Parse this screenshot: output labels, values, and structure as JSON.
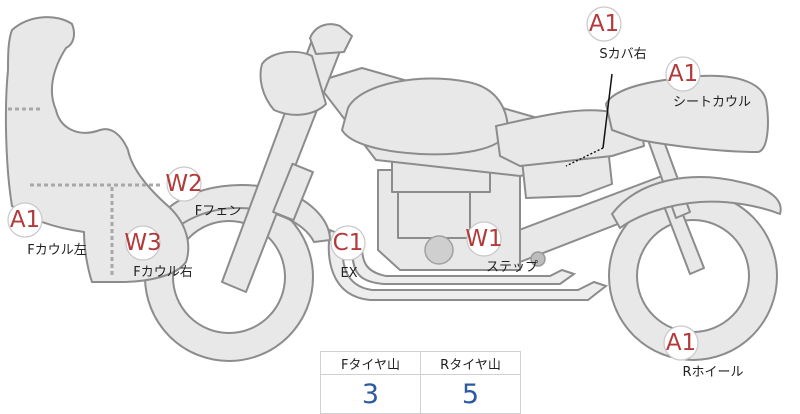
{
  "markers": [
    {
      "code": "A1",
      "label": "Sカバ右"
    },
    {
      "code": "A1",
      "label": "シートカウル"
    },
    {
      "code": "W2",
      "label": "Fフェン"
    },
    {
      "code": "A1",
      "label": "Fカウル左"
    },
    {
      "code": "W3",
      "label": "Fカウル右"
    },
    {
      "code": "C1",
      "label": "EX"
    },
    {
      "code": "W1",
      "label": "ステップ"
    },
    {
      "code": "A1",
      "label": "Rホイール"
    }
  ],
  "tread_table": {
    "headers": [
      "Fタイヤ山",
      "Rタイヤ山"
    ],
    "values": [
      "3",
      "5"
    ]
  },
  "colors": {
    "code_text": "#b33a3a",
    "value_text": "#2c5aa0",
    "part_fill": "#e8e8e8",
    "part_outline": "#8c8c8c"
  }
}
